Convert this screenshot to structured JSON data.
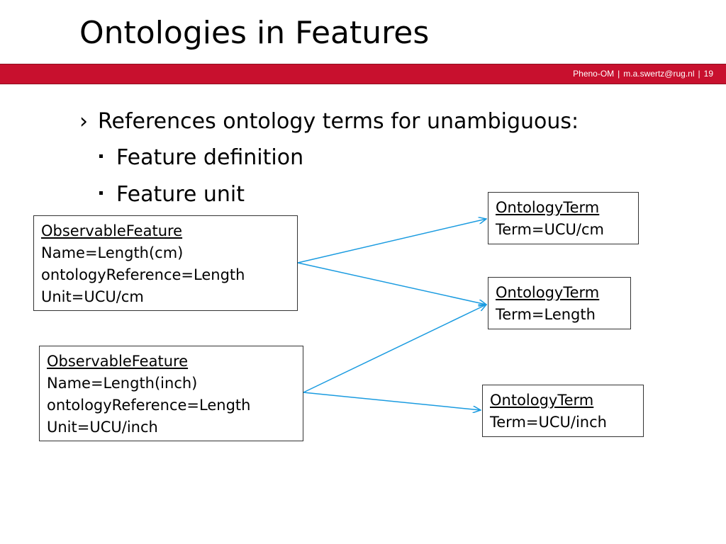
{
  "slide": {
    "title": "Ontologies in Features",
    "footer": {
      "project": "Pheno-OM",
      "email": "m.a.swertz@rug.nl",
      "page": "19",
      "separator": "|"
    },
    "colors": {
      "accent_bar": "#c8102e",
      "arrow": "#1a9be0"
    },
    "bullets": {
      "main": {
        "marker": "›",
        "text": "References ontology terms for unambiguous:"
      },
      "sub": [
        {
          "marker": "▪",
          "text": "Feature definition"
        },
        {
          "marker": "▪",
          "text": "Feature unit"
        }
      ]
    }
  },
  "diagram": {
    "features": [
      {
        "header": "ObservableFeature",
        "lines": [
          "Name=Length(cm)",
          "ontologyReference=Length",
          "Unit=UCU/cm"
        ]
      },
      {
        "header": "ObservableFeature",
        "lines": [
          "Name=Length(inch)",
          "ontologyReference=Length",
          "Unit=UCU/inch"
        ]
      }
    ],
    "terms": [
      {
        "header": "OntologyTerm",
        "line": "Term=UCU/cm"
      },
      {
        "header": "OntologyTerm",
        "line": "Term=Length"
      },
      {
        "header": "OntologyTerm",
        "line": "Term=UCU/inch"
      }
    ]
  }
}
